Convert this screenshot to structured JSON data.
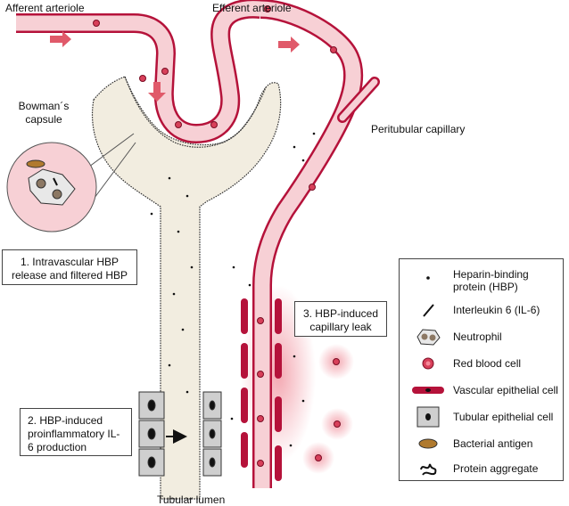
{
  "labels": {
    "afferent": "Afferent arteriole",
    "efferent": "Efferent arteriole",
    "bowman": "Bowman´s capsule",
    "peritubular": "Peritubular capillary",
    "tubular_lumen": "Tubular lumen"
  },
  "steps": [
    {
      "text": "1. Intravascular HBP release and filtered HBP"
    },
    {
      "text": "2. HBP-induced proinflammatory IL-6 production"
    },
    {
      "text": "3. HBP-induced capillary leak"
    }
  ],
  "legend": [
    {
      "icon": "hbp-dot-icon",
      "text": "Heparin-binding protein (HBP)"
    },
    {
      "icon": "il6-line-icon",
      "text": "Interleukin 6 (IL-6)"
    },
    {
      "icon": "neutrophil-icon",
      "text": "Neutrophil"
    },
    {
      "icon": "red-blood-cell-icon",
      "text": "Red blood cell"
    },
    {
      "icon": "vascular-epithelial-cell-icon",
      "text": "Vascular epithelial cell"
    },
    {
      "icon": "tubular-epithelial-cell-icon",
      "text": "Tubular epithelial cell"
    },
    {
      "icon": "bacterial-antigen-icon",
      "text": "Bacterial antigen"
    },
    {
      "icon": "protein-aggregate-icon",
      "text": "Protein aggregate"
    }
  ],
  "colors": {
    "vessel_wall": "#b5123a",
    "vessel_lumen": "#f7d0d5",
    "rbc": "#d8405a",
    "tubule": "#f2ede0",
    "arrow": "#e05a6a",
    "cell_gray": "#cfcfcf",
    "bacteria": "#b07a2e"
  }
}
